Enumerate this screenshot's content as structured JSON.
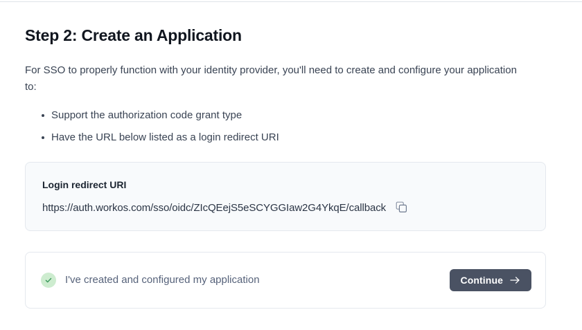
{
  "step": {
    "title": "Step 2: Create an Application",
    "intro": "For SSO to properly function with your identity provider, you'll need to create and configure your application to:",
    "requirements": [
      "Support the authorization code grant type",
      "Have the URL below listed as a login redirect URI"
    ]
  },
  "redirect_uri_card": {
    "label": "Login redirect URI",
    "value": "https://auth.workos.com/sso/oidc/ZIcQEejS5eSCYGGIaw2G4YkqE/callback",
    "copy_icon": "copy-icon"
  },
  "confirm_bar": {
    "check_icon": "check-icon",
    "text": "I've created and configured my application",
    "continue_label": "Continue",
    "arrow_icon": "arrow-right-icon"
  },
  "colors": {
    "button_bg": "#4a5263",
    "check_circle_bg": "#cdeccf",
    "check_mark": "#3f9b5e",
    "card_bg": "#f8fafc",
    "border": "#e4e8ee",
    "heading": "#11161f",
    "body_text": "#394353"
  }
}
